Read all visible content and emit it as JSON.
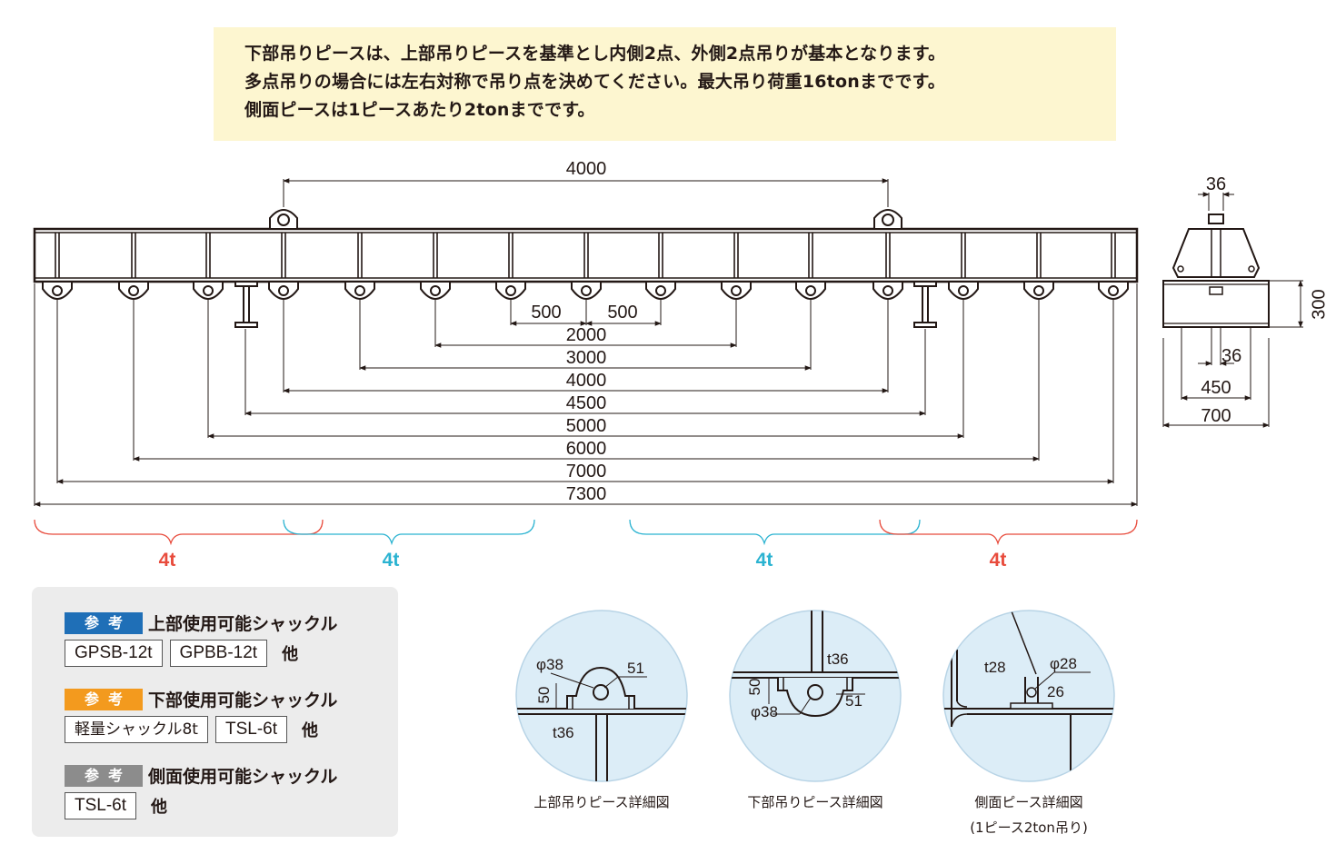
{
  "note": {
    "lines": [
      "下部吊りピースは、上部吊りピースを基準とし内側2点、外側2点吊りが基本となります。",
      "多点吊りの場合には左右対称で吊り点を決めてください。最大吊り荷重16tonまでです。",
      "側面ピースは1ピースあたり2tonまでです。"
    ]
  },
  "dimensions": {
    "top": "4000",
    "d500a": "500",
    "d500b": "500",
    "d2000": "2000",
    "d3000": "3000",
    "d4000": "4000",
    "d4500": "4500",
    "d5000": "5000",
    "d6000": "6000",
    "d7000": "7000",
    "d7300": "7300"
  },
  "loads": {
    "left_red": "4t",
    "left_blue": "4t",
    "right_blue": "4t",
    "right_red": "4t",
    "red_color": "#e84b3c",
    "blue_color": "#2bb3d1"
  },
  "side_view": {
    "d36_top": "36",
    "d300": "300",
    "d36_bottom": "36",
    "d450": "450",
    "d700": "700"
  },
  "reference": [
    {
      "badge": "参考",
      "badge_color": "#1f6fb7",
      "title": "上部使用可能シャックル",
      "items": [
        "GPSB-12t",
        "GPBB-12t"
      ],
      "other": "他"
    },
    {
      "badge": "参考",
      "badge_color": "#f39a1e",
      "title": "下部使用可能シャックル",
      "items": [
        "軽量シャックル8t",
        "TSL-6t"
      ],
      "other": "他"
    },
    {
      "badge": "参考",
      "badge_color": "#8c8c8c",
      "title": "側面使用可能シャックル",
      "items": [
        "TSL-6t"
      ],
      "other": "他"
    }
  ],
  "details": {
    "upper": {
      "phi": "φ38",
      "d51": "51",
      "d50": "50",
      "t": "t36",
      "caption": "上部吊りピース詳細図"
    },
    "lower": {
      "t": "t36",
      "d50": "50",
      "phi": "φ38",
      "d51": "51",
      "caption": "下部吊りピース詳細図"
    },
    "side": {
      "t": "t28",
      "phi": "φ28",
      "d26": "26",
      "caption": "側面ピース詳細図",
      "caption2": "(1ピース2ton吊り)"
    }
  }
}
